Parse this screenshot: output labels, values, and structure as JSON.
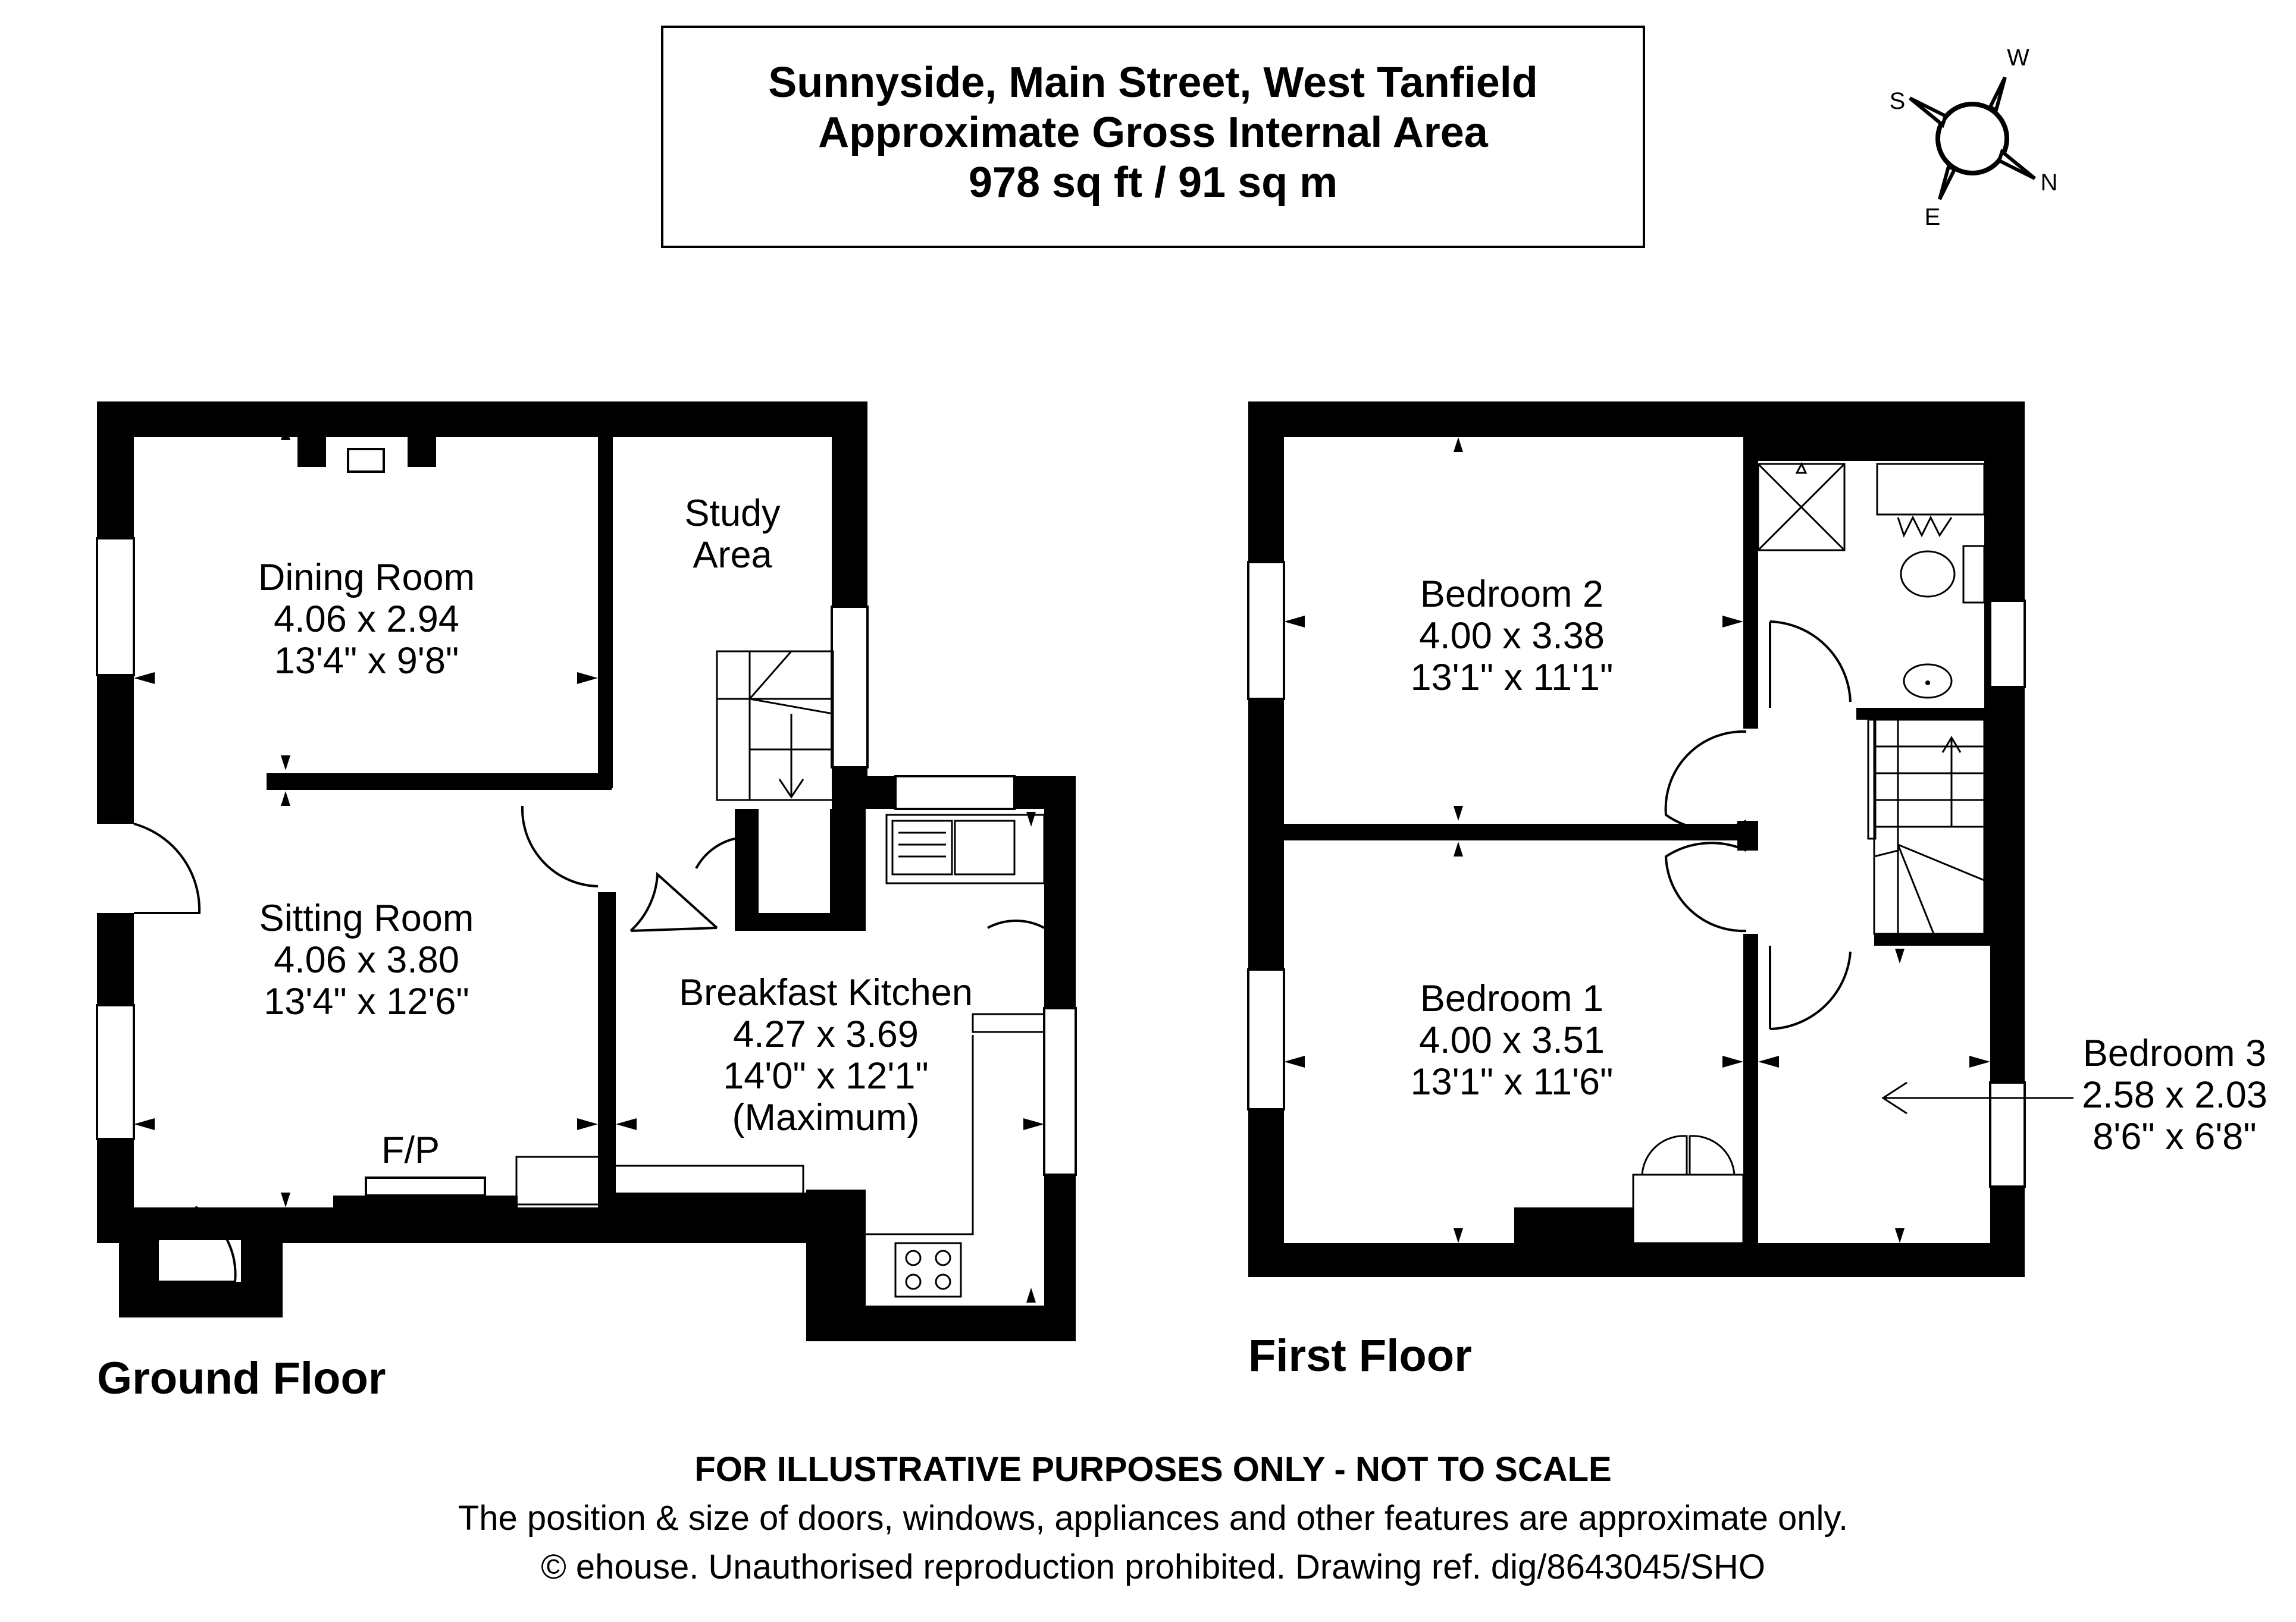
{
  "header": {
    "title": "Sunnyside, Main Street, West Tanfield",
    "subtitle": "Approximate Gross Internal Area",
    "area": "978 sq ft / 91 sq m"
  },
  "compass": {
    "n": "N",
    "s": "S",
    "e": "E",
    "w": "W"
  },
  "ground_floor": {
    "label": "Ground Floor",
    "rooms": [
      {
        "name": "Dining Room",
        "metric": "4.06 x 2.94",
        "imperial": "13'4\" x 9'8\""
      },
      {
        "name": "Study",
        "name2": "Area"
      },
      {
        "name": "Sitting Room",
        "metric": "4.06 x 3.80",
        "imperial": "13'4\" x 12'6\""
      },
      {
        "name": "Breakfast Kitchen",
        "metric": "4.27 x 3.69",
        "imperial": "14'0\" x 12'1\"",
        "note": "(Maximum)"
      }
    ],
    "fireplace": "F/P"
  },
  "first_floor": {
    "label": "First Floor",
    "rooms": [
      {
        "name": "Bedroom 2",
        "metric": "4.00 x 3.38",
        "imperial": "13'1\" x 11'1\""
      },
      {
        "name": "Bedroom 1",
        "metric": "4.00 x 3.51",
        "imperial": "13'1\" x 11'6\""
      },
      {
        "name": "Bedroom 3",
        "metric": "2.58 x 2.03",
        "imperial": "8'6\" x 6'8\""
      }
    ]
  },
  "footer": {
    "disclaimer": "FOR ILLUSTRATIVE PURPOSES ONLY - NOT TO SCALE",
    "note": "The position & size of doors, windows, appliances and other features are approximate only.",
    "copyright": "© ehouse. Unauthorised reproduction prohibited. Drawing ref. dig/8643045/SHO"
  }
}
